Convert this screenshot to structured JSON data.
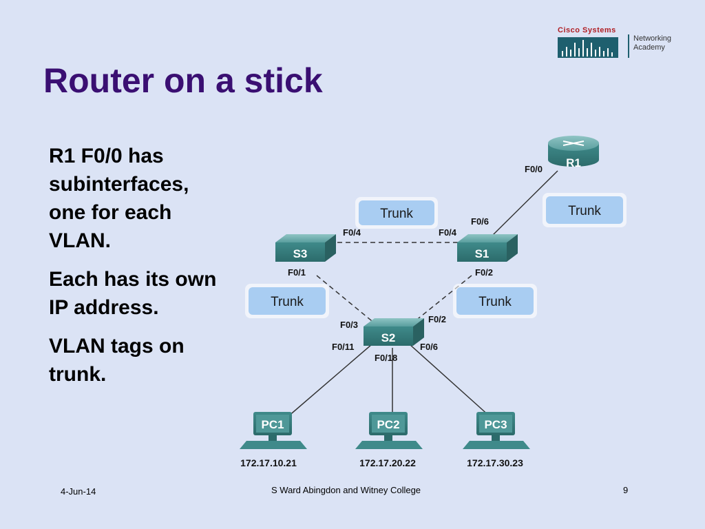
{
  "logo": {
    "brand": "Cisco Systems",
    "sub_line1": "Networking",
    "sub_line2": "Academy"
  },
  "slide": {
    "title": "Router on a stick",
    "bullets": [
      "R1 F0/0 has subinterfaces, one for each VLAN.",
      "Each has its own IP address.",
      "VLAN tags on trunk."
    ]
  },
  "diagram": {
    "router": {
      "name": "R1",
      "port": "F0/0"
    },
    "switches": {
      "s1": {
        "name": "S1",
        "ports": [
          "F0/6",
          "F0/4",
          "F0/2"
        ]
      },
      "s2": {
        "name": "S2",
        "ports": [
          "F0/3",
          "F0/2",
          "F0/11",
          "F0/18",
          "F0/6"
        ]
      },
      "s3": {
        "name": "S3",
        "ports": [
          "F0/4",
          "F0/1"
        ]
      }
    },
    "trunk_label": "Trunk",
    "pcs": [
      {
        "name": "PC1",
        "ip": "172.17.10.21"
      },
      {
        "name": "PC2",
        "ip": "172.17.20.22"
      },
      {
        "name": "PC3",
        "ip": "172.17.30.23"
      }
    ],
    "colors": {
      "device": "#3f8a8a",
      "trunk_box": "#a9cdf2",
      "link": "#333333"
    }
  },
  "footer": {
    "date": "4-Jun-14",
    "center": "S Ward  Abingdon and Witney College",
    "page": "9"
  }
}
